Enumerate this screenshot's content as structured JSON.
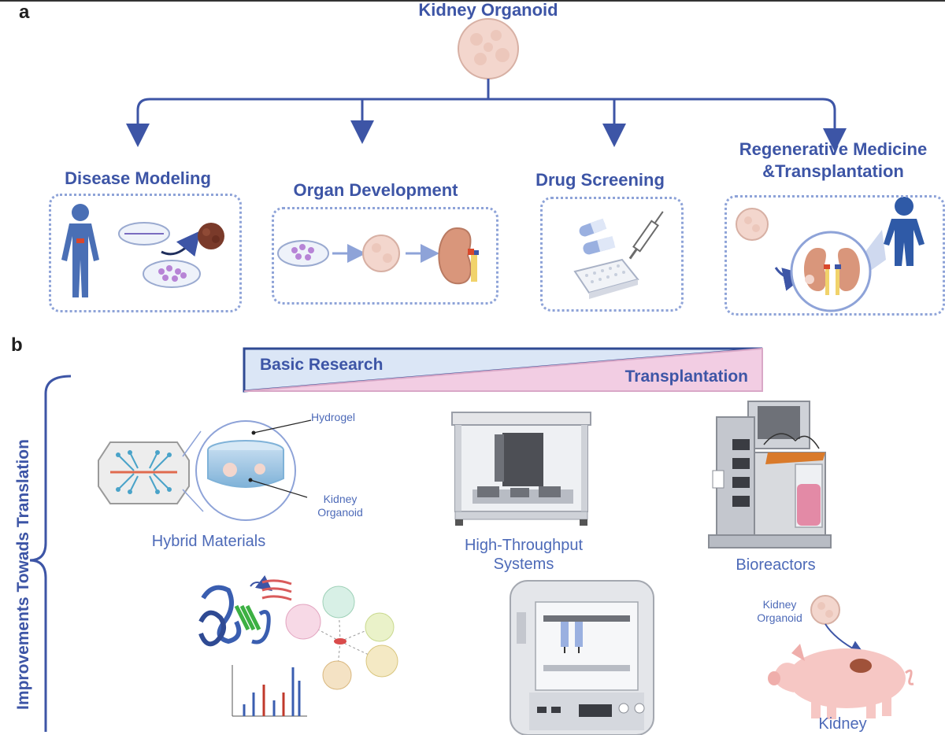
{
  "panel_a": {
    "letter": "a",
    "title": "Kidney Organoid",
    "categories": [
      {
        "label": "Disease Modeling"
      },
      {
        "label": "Organ Development"
      },
      {
        "label": "Drug Screening"
      },
      {
        "label": "Regenerative Medicine &Transplantation"
      }
    ]
  },
  "panel_b": {
    "letter": "b",
    "gradient": {
      "left_label": "Basic Research",
      "right_label": "Transplantation"
    },
    "side_label": "Improvements  Towads Translation",
    "items": {
      "hybrid": {
        "label": "Hybrid Materials",
        "callout_1": "Hydrogel",
        "callout_2_line1": "Kidney",
        "callout_2_line2": "Organoid"
      },
      "hts": {
        "label_line1": "High-Throughput",
        "label_line2": "Systems"
      },
      "bio": {
        "label": "Bioreactors"
      },
      "pig": {
        "callout_line1": "Kidney",
        "callout_line2": "Organoid",
        "label": "Kidney"
      }
    }
  },
  "colors": {
    "accent_blue": "#3d55a6",
    "light_blue": "#4d6ab8",
    "dotted_border": "#8ea3d8",
    "triangle_blue": "#dbe6f6",
    "triangle_pink": "#f2cde3"
  }
}
